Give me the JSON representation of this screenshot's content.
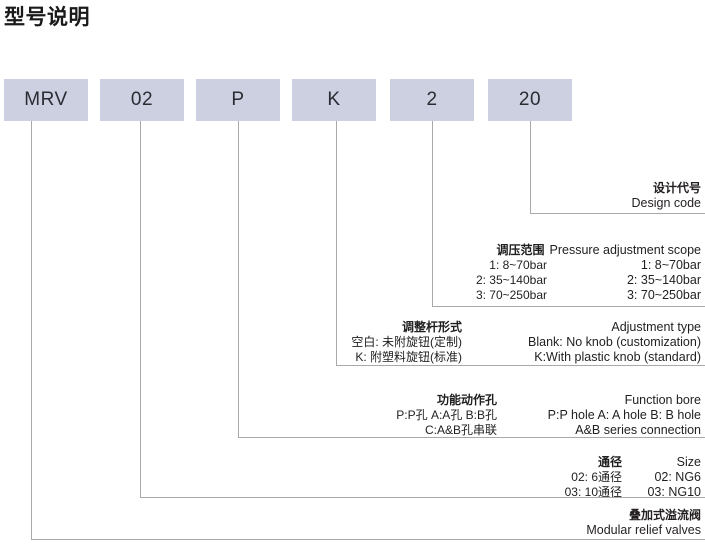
{
  "title": "型号说明",
  "colors": {
    "box_fill": "#ccd0e0",
    "line": "#a9a9a9",
    "text": "#1f1f1f"
  },
  "code_boxes": [
    {
      "value": "MRV"
    },
    {
      "value": "02"
    },
    {
      "value": "P"
    },
    {
      "value": "K"
    },
    {
      "value": "2"
    },
    {
      "value": "20"
    }
  ],
  "annotations": {
    "design_code": {
      "cn_title": "设计代号",
      "en_title": "Design code"
    },
    "pressure_scope": {
      "cn_title": "调压范围",
      "en_title": "Pressure adjustment scope",
      "rows": [
        {
          "cn": "1: 8~70bar",
          "en": "1: 8~70bar"
        },
        {
          "cn": "2: 35~140bar",
          "en": "2: 35~140bar"
        },
        {
          "cn": "3: 70~250bar",
          "en": "3: 70~250bar"
        }
      ]
    },
    "adjustment_type": {
      "cn_title": "调整杆形式",
      "en_title": "Adjustment type",
      "rows": [
        {
          "cn": "空白: 未附旋钮(定制)",
          "en": "Blank: No knob (customization)"
        },
        {
          "cn": "K: 附塑料旋钮(标准)",
          "en": "K:With plastic knob (standard)"
        }
      ]
    },
    "function_bore": {
      "cn_title": "功能动作孔",
      "en_title": "Function bore",
      "rows": [
        {
          "cn": "P:P孔  A:A孔  B:B孔",
          "en": "P:P hole   A: A hole   B: B hole"
        },
        {
          "cn": "C:A&B孔串联",
          "en": "A&B series connection"
        }
      ]
    },
    "size": {
      "cn_title": "通径",
      "en_title": "Size",
      "rows": [
        {
          "cn": "02: 6通径",
          "en": "02: NG6"
        },
        {
          "cn": "03: 10通径",
          "en": "03: NG10"
        }
      ]
    },
    "product": {
      "cn_title": "叠加式溢流阀",
      "en_title": "Modular relief valves"
    }
  }
}
